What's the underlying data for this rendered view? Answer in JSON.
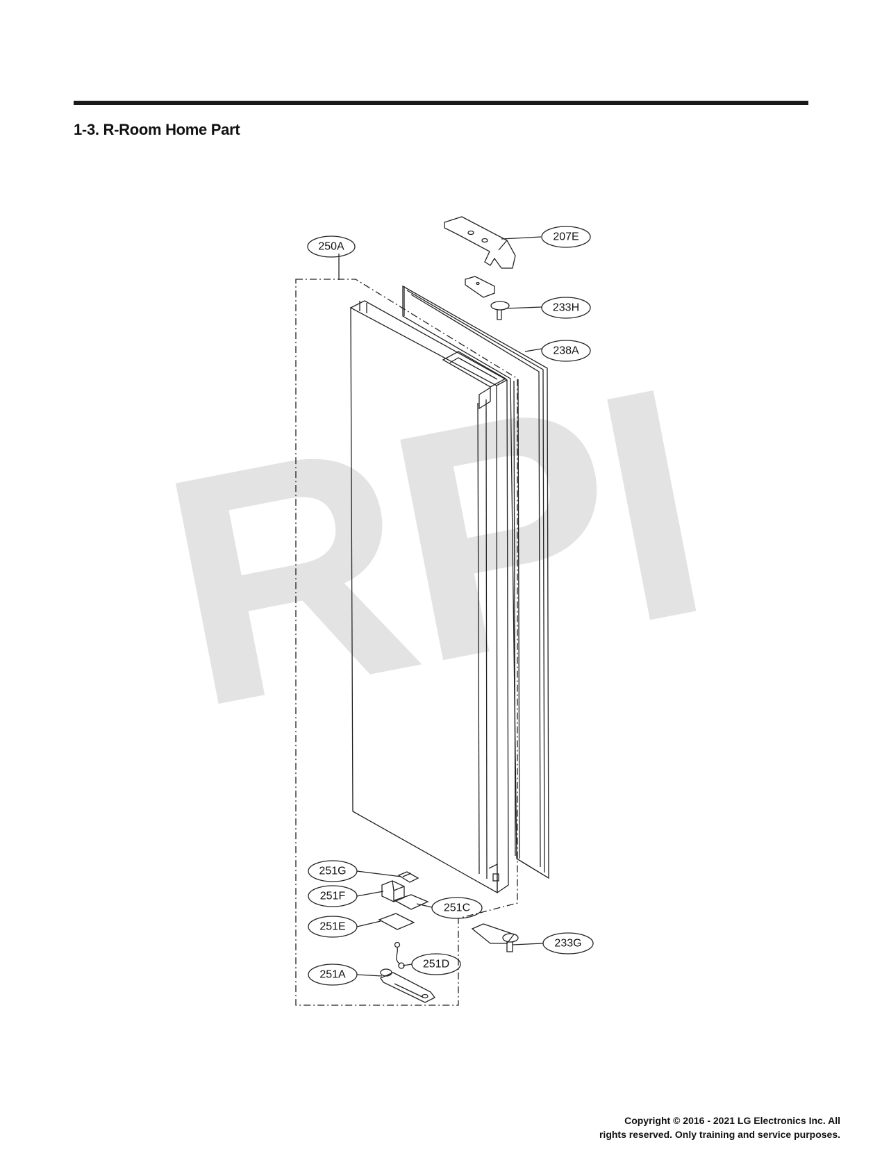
{
  "page": {
    "section_title": "1-3. R-Room Home Part",
    "watermark": "RPI",
    "copyright_line1": "Copyright © 2016 - 2021 LG Electronics Inc. All",
    "copyright_line2": "rights reserved. Only training and service purposes."
  },
  "callouts": [
    {
      "id": "207E",
      "label": "207E"
    },
    {
      "id": "250A",
      "label": "250A"
    },
    {
      "id": "233H",
      "label": "233H"
    },
    {
      "id": "238A",
      "label": "238A"
    },
    {
      "id": "251G",
      "label": "251G"
    },
    {
      "id": "251F",
      "label": "251F"
    },
    {
      "id": "251C",
      "label": "251C"
    },
    {
      "id": "251E",
      "label": "251E"
    },
    {
      "id": "233G",
      "label": "233G"
    },
    {
      "id": "251D",
      "label": "251D"
    },
    {
      "id": "251A",
      "label": "251A"
    }
  ],
  "colors": {
    "line": "#222222",
    "watermark": "#e3e3e3",
    "rule": "#1a1a1a"
  }
}
